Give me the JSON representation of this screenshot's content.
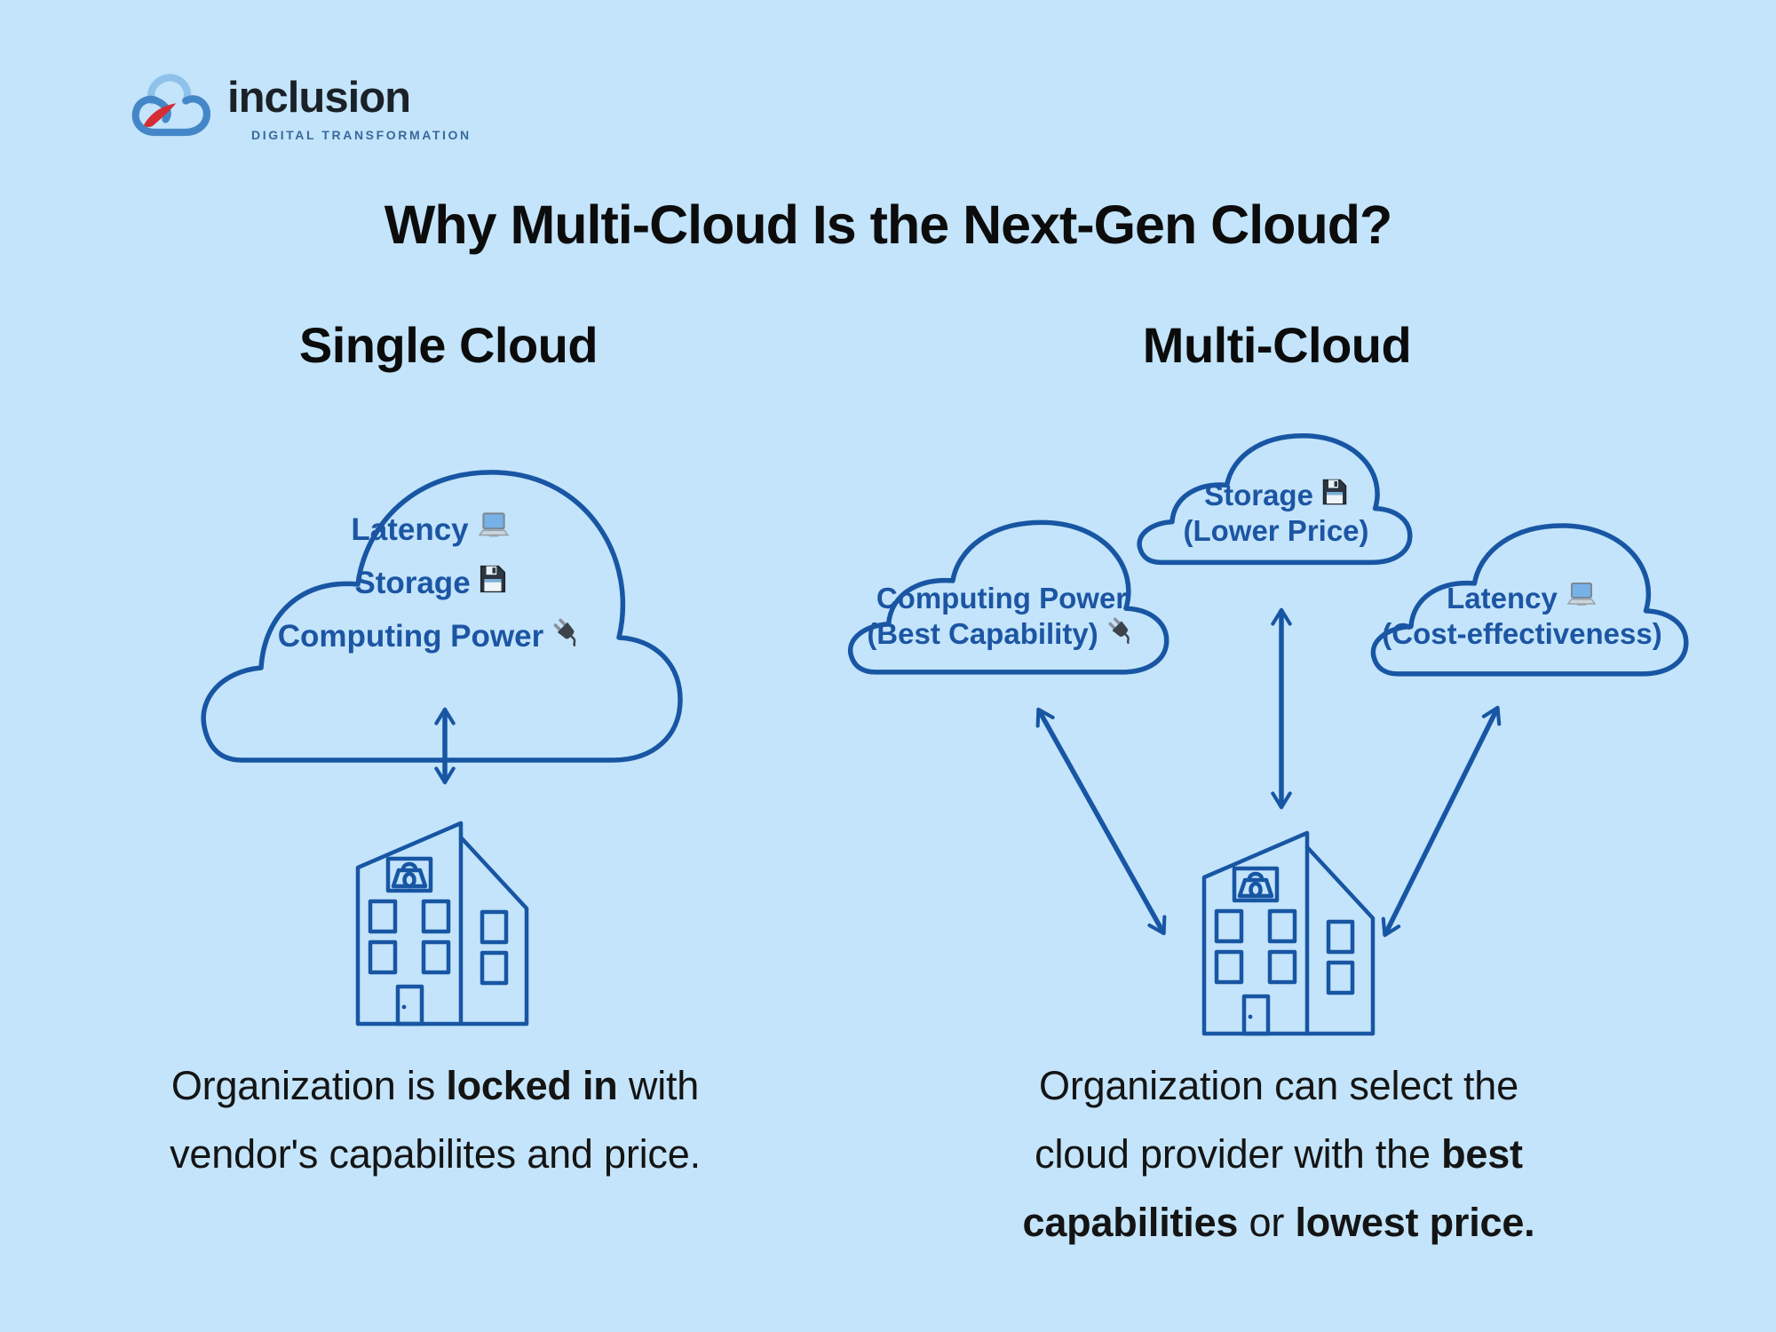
{
  "logo": {
    "name": "inclusion",
    "subtitle": "DIGITAL TRANSFORMATION",
    "icon": "inclusion-cloud-logo"
  },
  "title": "Why Multi-Cloud Is the Next-Gen Cloud?",
  "colors": {
    "background": "#c3e4fa",
    "diagram_blue": "#1856a4",
    "label_blue": "#1c55a3",
    "text_dark": "#141414",
    "logo_red": "#d42d33",
    "logo_subtitle_blue": "#38699c"
  },
  "single_cloud": {
    "heading": "Single Cloud",
    "items": [
      {
        "label": "Latency",
        "icon": "laptop-icon"
      },
      {
        "label": "Storage",
        "icon": "floppy-disk-icon"
      },
      {
        "label": "Computing Power",
        "icon": "plug-icon"
      }
    ],
    "caption_lines": [
      [
        {
          "t": "Organization is ",
          "b": false
        },
        {
          "t": "locked in",
          "b": true
        },
        {
          "t": " with",
          "b": false
        }
      ],
      [
        {
          "t": "vendor's capabilites and price.",
          "b": false
        }
      ]
    ]
  },
  "multi_cloud": {
    "heading": "Multi-Cloud",
    "clouds": [
      {
        "line1": "Computing Power",
        "line2": "(Best Capability)",
        "icon": "plug-icon"
      },
      {
        "line1": "Storage",
        "line2": "(Lower Price)",
        "icon": "floppy-disk-icon"
      },
      {
        "line1": "Latency",
        "line2": "(Cost-effectiveness)",
        "icon": "laptop-icon"
      }
    ],
    "caption_lines": [
      [
        {
          "t": "Organization can select the",
          "b": false
        }
      ],
      [
        {
          "t": "cloud provider with the ",
          "b": false
        },
        {
          "t": "best",
          "b": true
        }
      ],
      [
        {
          "t": "capabilities",
          "b": true
        },
        {
          "t": " or ",
          "b": false
        },
        {
          "t": "lowest price.",
          "b": true
        }
      ]
    ]
  }
}
